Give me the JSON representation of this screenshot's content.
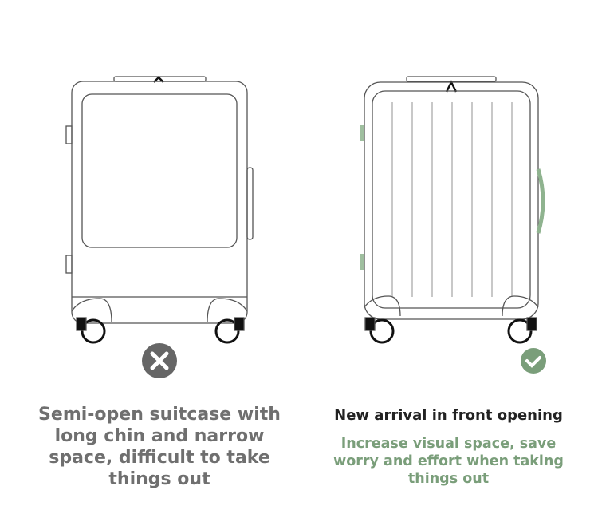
{
  "left": {
    "caption": "Semi-open suitcase with long chin and narrow space, difficult to take things out",
    "status_icon": "x-circle-icon"
  },
  "right": {
    "title": "New arrival in front opening",
    "caption": "Increase visual space, save worry and effort when taking things out",
    "status_icon": "check-circle-icon"
  },
  "colors": {
    "green": "#7a9e7a",
    "gray": "#6f6f6f",
    "dark": "#222222"
  }
}
